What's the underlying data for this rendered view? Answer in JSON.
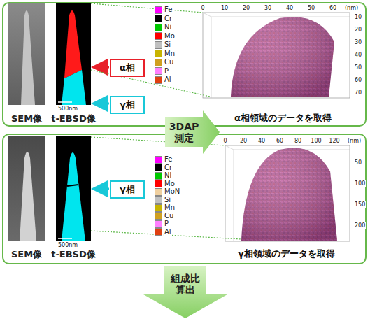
{
  "diagram": {
    "nodes": [
      {
        "text": [
          "α相領域のデータを取得"
        ]
      },
      {
        "text": [
          "α相"
        ],
        "in": 0
      },
      {
        "text": [
          "γ相"
        ],
        "in": 0
      },
      {
        "text": [
          "3DAP 測定"
        ]
      },
      {
        "text": [
          "γ相領域のデータを取得"
        ]
      },
      {
        "text": [
          "γ相"
        ],
        "in": 4
      },
      {
        "text": [
          "組成比 算出"
        ]
      }
    ],
    "labels": [
      "SEM像",
      "t-EBSD像",
      "500nm",
      "0",
      "10",
      "20",
      "30",
      "40",
      "50",
      "60",
      "(nm)",
      "10",
      "20",
      "30",
      "40",
      "50",
      "60",
      "70",
      "SEM像",
      "t-EBSD像",
      "500nm",
      "0",
      "20",
      "40",
      "60",
      "80",
      "100",
      "120",
      "(nm)",
      "50",
      "100",
      "150",
      "200"
    ],
    "legend": [
      {
        "text": "Fe",
        "color": "#ff00ff"
      },
      {
        "text": "Cr",
        "color": "#000000"
      },
      {
        "text": "Ni",
        "color": "#00c800"
      },
      {
        "text": "Mo",
        "color": "#ff0000"
      },
      {
        "text": "Si",
        "color": "#c0c0c0"
      },
      {
        "text": "Mn",
        "color": "#c8b400"
      },
      {
        "text": "Cu",
        "color": "#d0a020"
      },
      {
        "text": "P",
        "color": "#ff80ff"
      },
      {
        "text": "Al",
        "color": "#e04010"
      },
      {
        "text": "Fe",
        "color": "#ff00ff"
      },
      {
        "text": "Cr",
        "color": "#000000"
      },
      {
        "text": "Ni",
        "color": "#00c800"
      },
      {
        "text": "Mo",
        "color": "#ff0000"
      },
      {
        "text": "MoN",
        "color": "#f0d0a0"
      },
      {
        "text": "Si",
        "color": "#c0c0c0"
      },
      {
        "text": "Mn",
        "color": "#c8b400"
      },
      {
        "text": "Cu",
        "color": "#d0a020"
      },
      {
        "text": "P",
        "color": "#ff80ff"
      },
      {
        "text": "Al",
        "color": "#e04010"
      }
    ]
  }
}
